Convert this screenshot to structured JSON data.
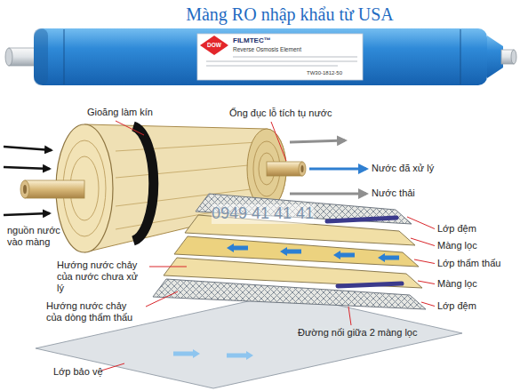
{
  "diagram": {
    "title": "Màng RO nhập khẩu từ USA",
    "labels": [
      "DOW",
      "FILMTEC™",
      "Reverse Osmosis Element",
      "TW30-1812-50",
      "Gioăng làm kín",
      "Ống đục lỗ tích tụ nước",
      "Nước đã xử lý",
      "Nước thải",
      "nguồn nước vào màng",
      "Lớp đệm",
      "Màng lọc",
      "Lớp thẩm thấu",
      "Hướng nước chảy của nước chưa xử lý",
      "Màng lọc",
      "Hướng nước chảy của dòng thẩm thấu",
      "Lớp đệm",
      "0949 41 41 41",
      "Đường nối giữa 2 màng lọc",
      "Lớp bảo vệ"
    ]
  }
}
